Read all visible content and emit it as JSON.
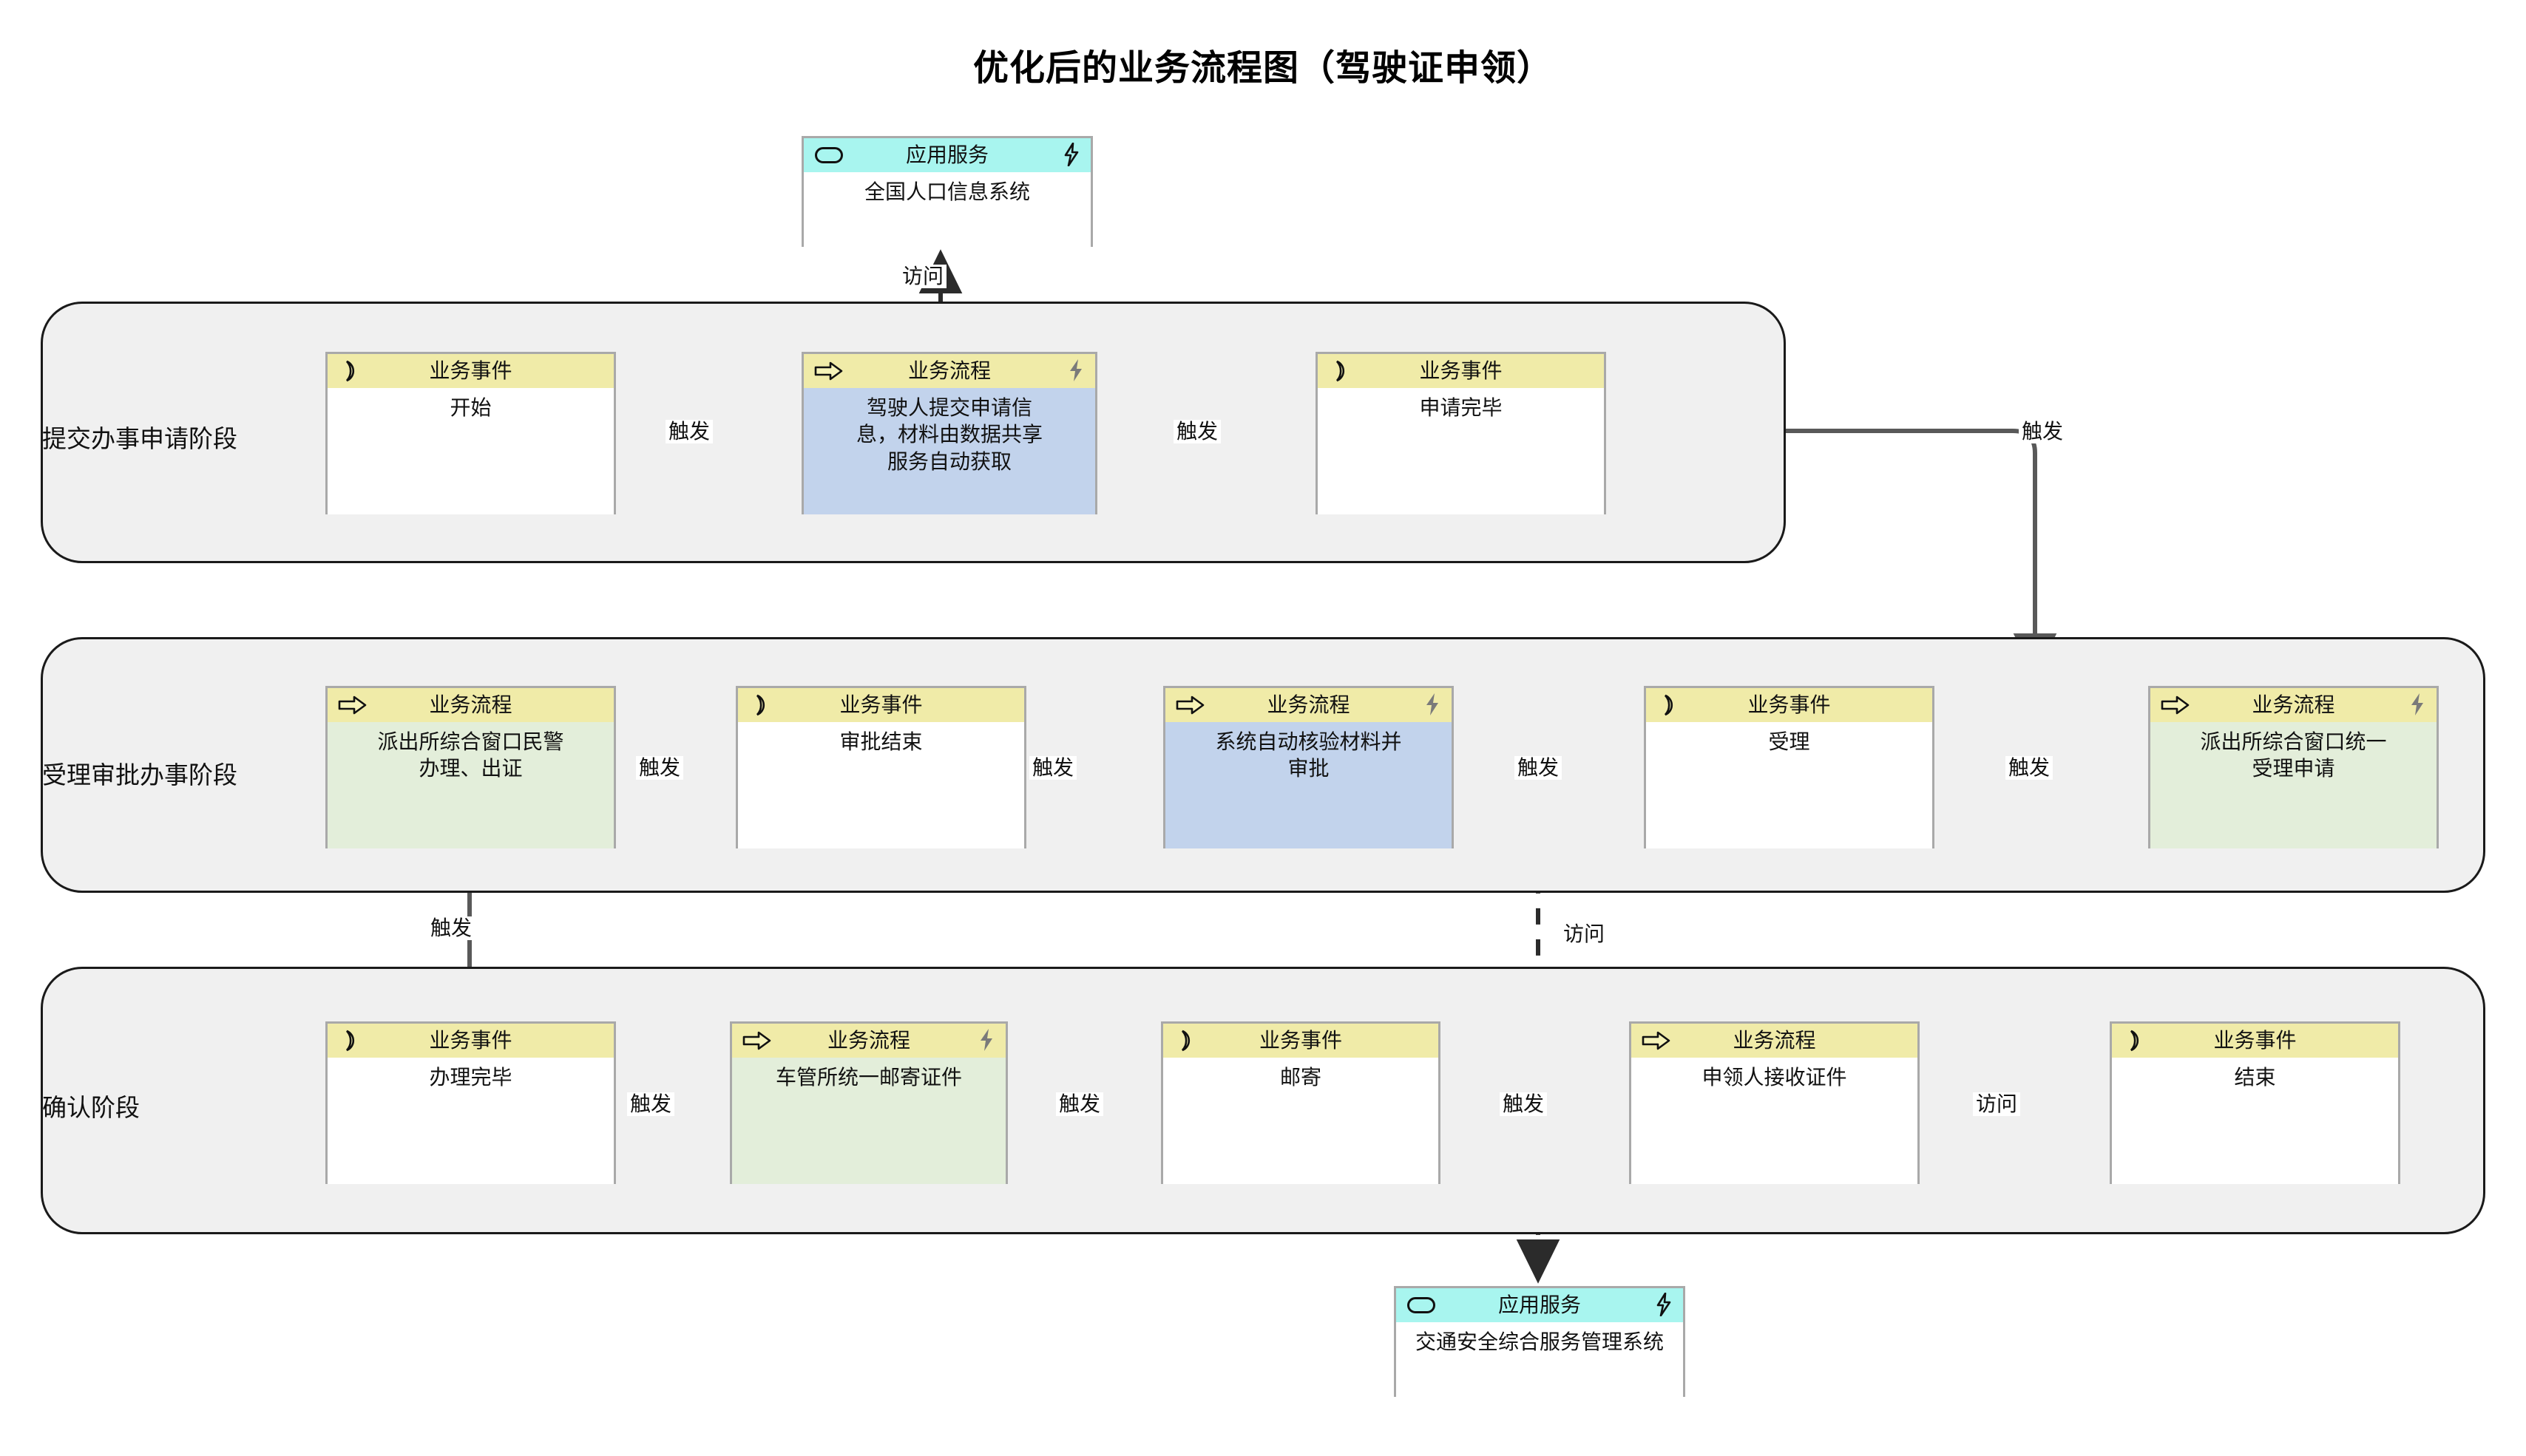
{
  "title": "优化后的业务流程图（驾驶证申领）",
  "type_labels": {
    "business_event": "业务事件",
    "business_process": "业务流程",
    "application_service": "应用服务"
  },
  "colors": {
    "header_yellow": "#f0eba8",
    "header_cyan": "#a8f5ef",
    "body_blue": "#c2d3ec",
    "body_green": "#e3eeda",
    "body_white": "#ffffff",
    "group_fill": "#f0f0f0",
    "group_border": "#1a1a1a",
    "node_border": "#a9a9a9",
    "connector": "#595959"
  },
  "app_services": [
    {
      "head": "应用服务",
      "name": "全国人口信息系统",
      "icon": "rounded-pill-icon",
      "bolt": "lightning-icon"
    },
    {
      "head": "应用服务",
      "name": "交通安全综合服务管理系统",
      "icon": "rounded-pill-icon",
      "bolt": "lightning-icon"
    }
  ],
  "phases": [
    {
      "label": "提交办事申请阶段",
      "nodes": [
        {
          "head": "业务事件",
          "name": "开始",
          "icon": "crescent-icon",
          "bolt": false,
          "link": false,
          "body": "white"
        },
        {
          "head": "业务流程",
          "name": "驾驶人提交申请信\n息，材料由数据共享\n服务自动获取",
          "icon": "arrow-right-icon",
          "bolt": true,
          "link": true,
          "body": "blue"
        },
        {
          "head": "业务事件",
          "name": "申请完毕",
          "icon": "crescent-icon",
          "bolt": false,
          "link": false,
          "body": "white"
        }
      ]
    },
    {
      "label": "受理审批办事阶段",
      "nodes": [
        {
          "head": "业务流程",
          "name": "派出所综合窗口民警\n办理、出证",
          "icon": "arrow-right-icon",
          "bolt": false,
          "link": true,
          "body": "green"
        },
        {
          "head": "业务事件",
          "name": "审批结束",
          "icon": "crescent-icon",
          "bolt": false,
          "link": false,
          "body": "white"
        },
        {
          "head": "业务流程",
          "name": "系统自动核验材料并\n审批",
          "icon": "arrow-right-icon",
          "bolt": true,
          "link": true,
          "body": "blue"
        },
        {
          "head": "业务事件",
          "name": "受理",
          "icon": "crescent-icon",
          "bolt": false,
          "link": false,
          "body": "white"
        },
        {
          "head": "业务流程",
          "name": "派出所综合窗口统一\n受理申请",
          "icon": "arrow-right-icon",
          "bolt": true,
          "link": true,
          "body": "green"
        }
      ]
    },
    {
      "label": "确认阶段",
      "nodes": [
        {
          "head": "业务事件",
          "name": "办理完毕",
          "icon": "crescent-icon",
          "bolt": false,
          "link": false,
          "body": "white"
        },
        {
          "head": "业务流程",
          "name": "车管所统一邮寄证件",
          "icon": "arrow-right-icon",
          "bolt": true,
          "link": true,
          "body": "green"
        },
        {
          "head": "业务事件",
          "name": "邮寄",
          "icon": "crescent-icon",
          "bolt": false,
          "link": false,
          "body": "white"
        },
        {
          "head": "业务流程",
          "name": "申领人接收证件",
          "icon": "arrow-right-icon",
          "bolt": false,
          "link": false,
          "body": "white"
        },
        {
          "head": "业务事件",
          "name": "结束",
          "icon": "crescent-icon",
          "bolt": false,
          "link": false,
          "body": "white"
        }
      ]
    }
  ],
  "edges": [
    {
      "id": "e1",
      "label": "触发",
      "kind": "trigger"
    },
    {
      "id": "e2",
      "label": "触发",
      "kind": "trigger"
    },
    {
      "id": "e3",
      "label": "触发",
      "kind": "trigger"
    },
    {
      "id": "e4",
      "label": "触发",
      "kind": "trigger"
    },
    {
      "id": "e5",
      "label": "触发",
      "kind": "trigger"
    },
    {
      "id": "e6",
      "label": "触发",
      "kind": "trigger"
    },
    {
      "id": "e7",
      "label": "触发",
      "kind": "trigger"
    },
    {
      "id": "e8",
      "label": "触发",
      "kind": "trigger"
    },
    {
      "id": "e9",
      "label": "触发",
      "kind": "trigger"
    },
    {
      "id": "e10",
      "label": "触发",
      "kind": "trigger"
    },
    {
      "id": "e11",
      "label": "触发",
      "kind": "trigger"
    },
    {
      "id": "a1",
      "label": "访问",
      "kind": "access"
    },
    {
      "id": "a2",
      "label": "访问",
      "kind": "access"
    }
  ]
}
